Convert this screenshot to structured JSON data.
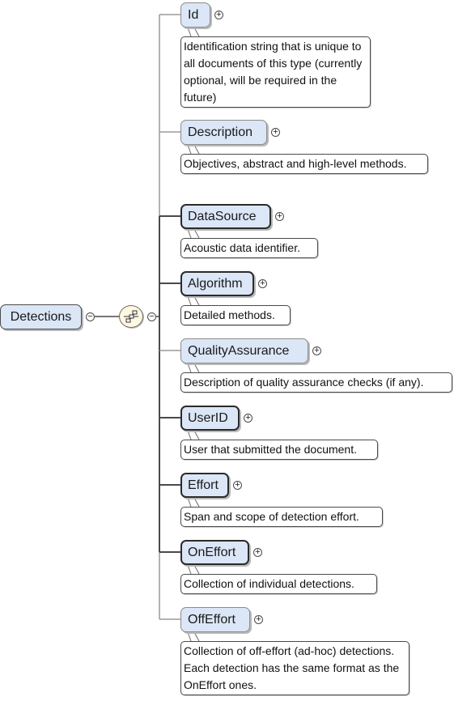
{
  "root": {
    "label": "Detections"
  },
  "compositor": {
    "kind": "sequence",
    "icon": "sequence-compositor-icon"
  },
  "elements": [
    {
      "name": "Id",
      "required": false,
      "annotation": "Identification string that is unique to all documents of this type (currently optional, will be required in the future)"
    },
    {
      "name": "Description",
      "required": false,
      "annotation": "Objectives, abstract and high-level methods."
    },
    {
      "name": "DataSource",
      "required": true,
      "annotation": "Acoustic data identifier."
    },
    {
      "name": "Algorithm",
      "required": true,
      "annotation": "Detailed methods."
    },
    {
      "name": "QualityAssurance",
      "required": false,
      "annotation": "Description of quality assurance checks (if any)."
    },
    {
      "name": "UserID",
      "required": true,
      "annotation": "User that submitted the document."
    },
    {
      "name": "Effort",
      "required": true,
      "annotation": "Span and scope of detection effort."
    },
    {
      "name": "OnEffort",
      "required": true,
      "annotation": "Collection of individual detections."
    },
    {
      "name": "OffEffort",
      "required": false,
      "annotation": "Collection of off-effort (ad-hoc) detections. Each detection has the same format as the OnEffort ones."
    }
  ],
  "colors": {
    "node_fill": "#dbe6f7",
    "line": "#4a4a4a",
    "optional_line": "#9a9a9a"
  }
}
